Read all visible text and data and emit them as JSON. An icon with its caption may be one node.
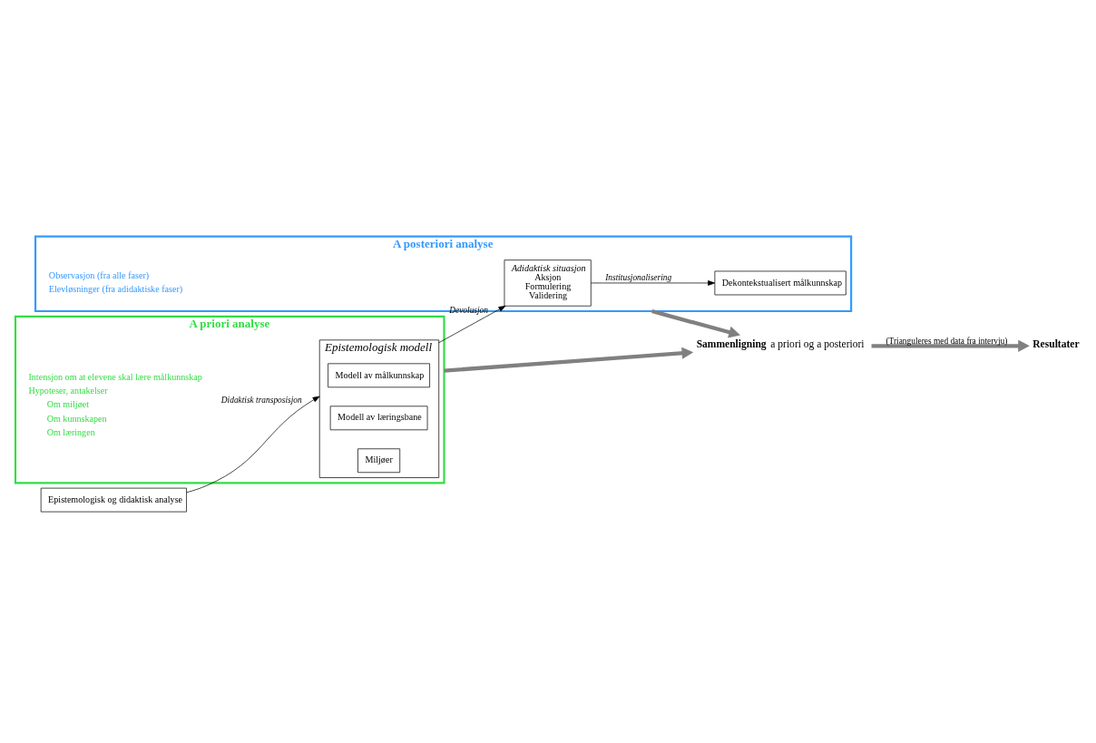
{
  "diagram": {
    "nodes": [
      {
        "text": [
          "Epistemologisk og didaktisk analyse"
        ]
      },
      {
        "text": [
          "A priori analyse"
        ]
      },
      {
        "text": [
          "Epistemologisk modell"
        ],
        "in": 1
      },
      {
        "text": [
          "Modell av målkunnskap"
        ],
        "in": 2
      },
      {
        "text": [
          "Modell av læringsbane"
        ],
        "in": 2
      },
      {
        "text": [
          "Miljøer"
        ],
        "in": 2
      },
      {
        "text": [
          "A posteriori analyse"
        ]
      },
      {
        "text": [
          "Adidaktisk situasjon",
          "Aksjon",
          "Formulering",
          "Validering"
        ],
        "in": 6
      },
      {
        "text": [
          "Dekontekstualisert målkunnskap"
        ],
        "in": 6
      },
      {
        "text": [
          "**Sammenligning** a priori og a posteriori"
        ]
      },
      {
        "text": [
          "Resultater"
        ]
      }
    ],
    "edges": [
      {
        "from": 0,
        "to": 2,
        "arrow": "to",
        "label": "Didaktisk transposisjon"
      },
      {
        "from": 2,
        "to": 7,
        "arrow": "to",
        "label": "Devolusjon"
      },
      {
        "from": 7,
        "to": 8,
        "arrow": "to",
        "label": "Institusjonalisering"
      },
      {
        "from": 1,
        "to": 9,
        "arrow": "to",
        "style": "thick",
        "color": "#808080"
      },
      {
        "from": 6,
        "to": 9,
        "arrow": "to",
        "style": "thick",
        "color": "#808080"
      },
      {
        "from": 9,
        "to": 10,
        "arrow": "to",
        "style": "thick",
        "color": "#808080",
        "label": "(Trianguleres med data fra intervju)"
      }
    ],
    "labels": [
      "Intensjon om at elevene skal lære målkunnskap",
      "Hypoteser, antakelser",
      "Om miljøet",
      "Om kunnskapen",
      "Om læringen",
      "Observasjon (fra alle faser)",
      "Elevløsninger (fra adidaktiske faser)"
    ]
  }
}
